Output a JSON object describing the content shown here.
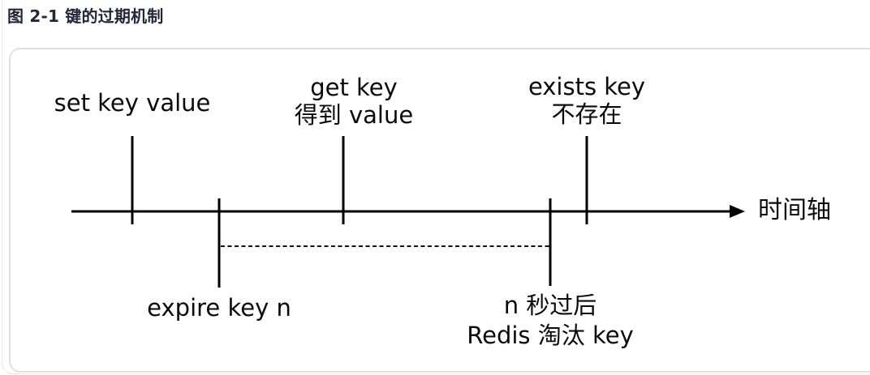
{
  "page": {
    "title": "图 2-1 键的过期机制"
  },
  "labels": {
    "set_key": "set key value",
    "get_key_1": "get key",
    "get_key_2": "得到 value",
    "exists_1": "exists key",
    "exists_2": "不存在",
    "expire": "expire key n",
    "expired_1": "n 秒过后",
    "expired_2": "Redis 淘汰 key",
    "axis": "时间轴"
  },
  "colors": {
    "title_text": "#222838",
    "diagram_line": "#000000",
    "diagram_text": "#0a0a0a",
    "card_border": "#e0e0e5"
  }
}
